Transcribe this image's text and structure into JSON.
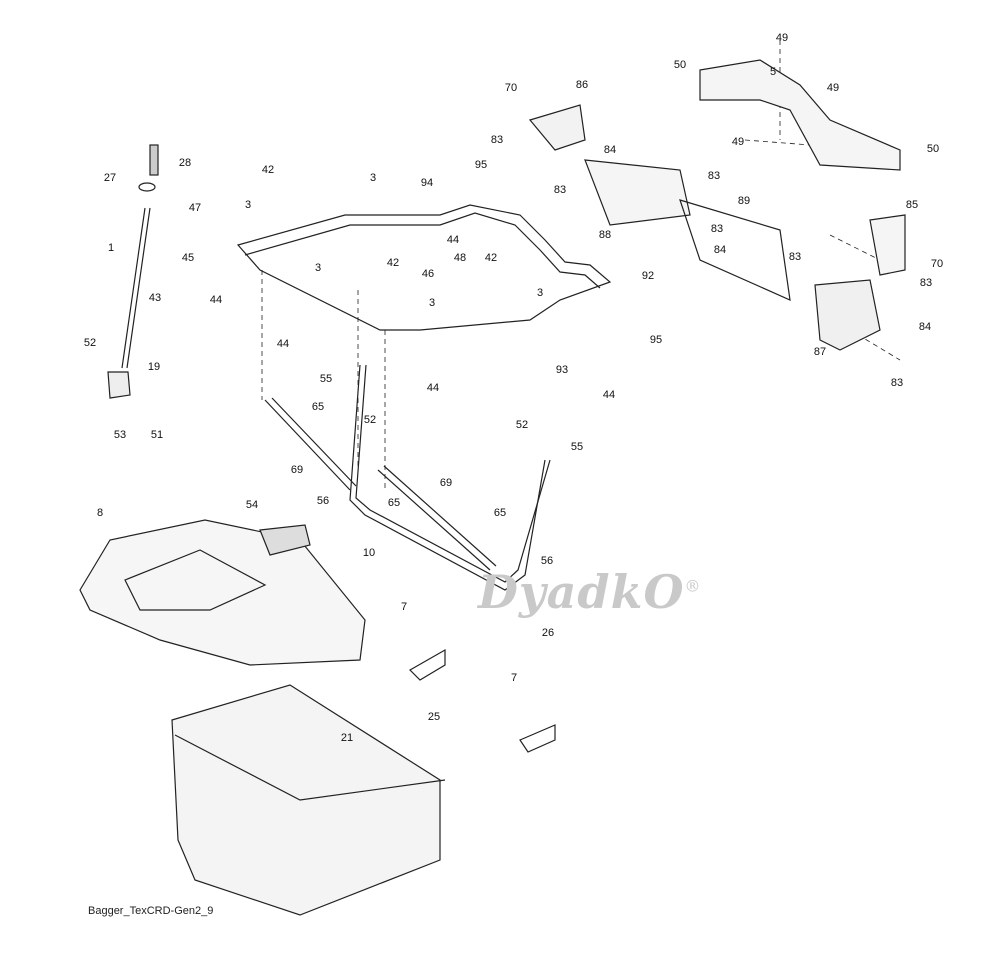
{
  "diagram_id": "Bagger_TexCRD-Gen2_9",
  "watermark": {
    "text": "DyadkO",
    "mark": "®"
  },
  "callouts": [
    "28",
    "27",
    "42",
    "47",
    "3",
    "3",
    "94",
    "95",
    "70",
    "86",
    "83",
    "50",
    "49",
    "5",
    "49",
    "49",
    "50",
    "84",
    "83",
    "83",
    "88",
    "89",
    "83",
    "84",
    "85",
    "83",
    "70",
    "83",
    "84",
    "87",
    "83",
    "1",
    "45",
    "44",
    "92",
    "42",
    "48",
    "42",
    "46",
    "3",
    "44",
    "43",
    "3",
    "3",
    "44",
    "95",
    "93",
    "44",
    "52",
    "19",
    "55",
    "44",
    "53",
    "51",
    "65",
    "52",
    "52",
    "55",
    "69",
    "69",
    "56",
    "65",
    "65",
    "8",
    "54",
    "10",
    "56",
    "7",
    "26",
    "7",
    "25",
    "21"
  ]
}
